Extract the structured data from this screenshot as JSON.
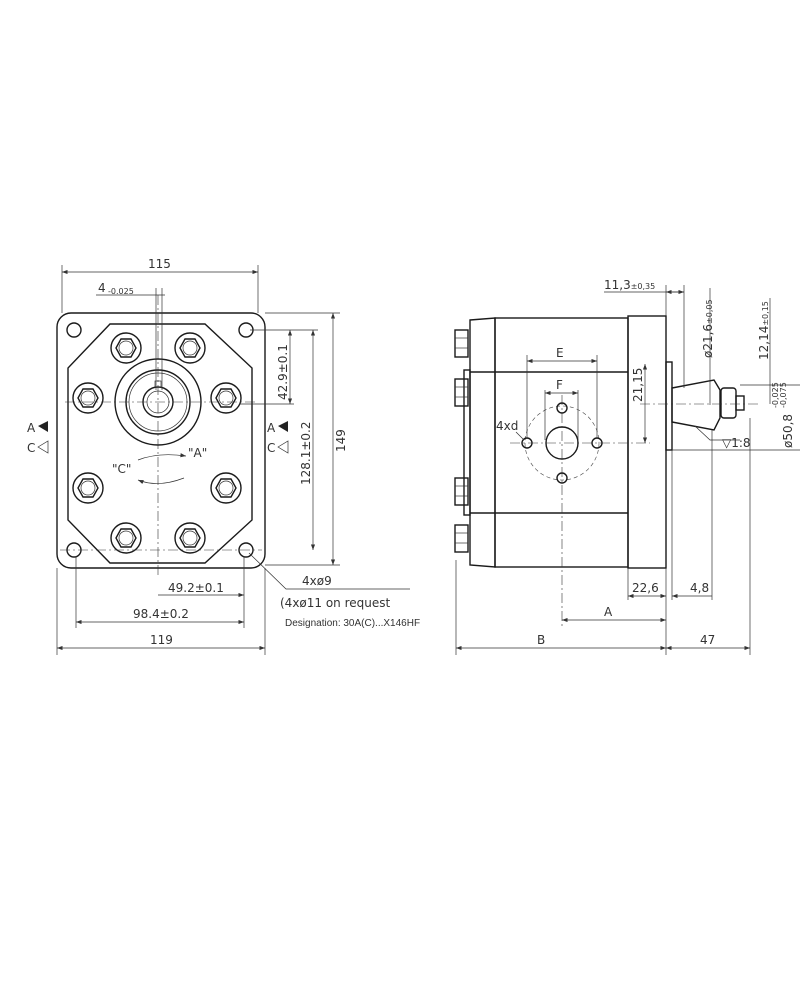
{
  "front_view": {
    "dim_width_top": "115",
    "dim_key": "4",
    "dim_key_tol": "-0.025",
    "dim_height": "149",
    "dim_bolt_vertical": "128.1±0.2",
    "dim_center_offset": "42.9±0.1",
    "dim_half_bolt": "49.2±0.1",
    "dim_bolt_horizontal": "98.4±0.2",
    "dim_width_bottom": "119",
    "holes_label": "4xø9",
    "holes_note": "(4xø11 on request",
    "designation": "Designation: 30A(C)...X146HF",
    "rotation_c": "\"C\"",
    "rotation_a": "\"A\"",
    "port_a": "A",
    "port_c": "C"
  },
  "side_view": {
    "dim_e": "E",
    "dim_f": "F",
    "holes_label": "4xd",
    "dim_port_offset": "21,15",
    "dim_flange_step": "11,3",
    "dim_flange_step_tol": "±0,35",
    "dim_shaft_dia": "ø21,6",
    "dim_shaft_dia_tol": "±0,05",
    "dim_shaft_len": "12,14",
    "dim_shaft_len_tol": "±0,15",
    "dim_pilot_dia": "ø50,8",
    "dim_pilot_tol_upper": "-0,025",
    "dim_pilot_tol_lower": "-0,075",
    "taper": "1:8",
    "dim_flange": "22,6",
    "dim_pilot_len": "4,8",
    "dim_a": "A",
    "dim_b": "B",
    "dim_shaft_total": "47"
  }
}
